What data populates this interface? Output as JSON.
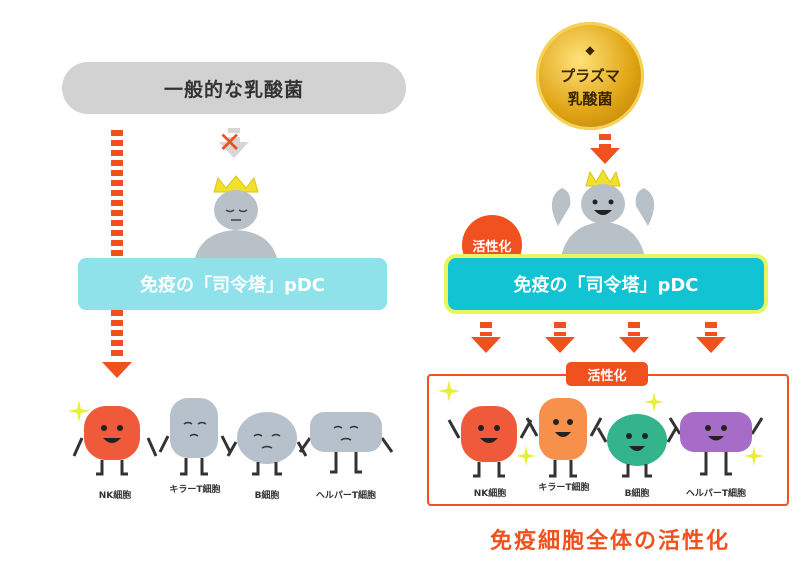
{
  "left": {
    "header": "一般的な乳酸菌",
    "bar": "免疫の「司令塔」pDC",
    "cells": [
      {
        "label": "NK細胞",
        "color": "#ee5a3a"
      },
      {
        "label": "キラーT細胞",
        "color": "#b6c1cb"
      },
      {
        "label": "B細胞",
        "color": "#b6c1cb"
      },
      {
        "label": "ヘルパーT細胞",
        "color": "#b6c1cb"
      }
    ]
  },
  "right": {
    "badge": {
      "line1": "プラズマ",
      "line2": "乳酸菌",
      "symbol": "◆"
    },
    "activated_circle": "活性化",
    "bar": "免疫の「司令塔」pDC",
    "result_tag": "活性化",
    "cells": [
      {
        "label": "NK細胞",
        "color": "#ee5a3a"
      },
      {
        "label": "キラーT細胞",
        "color": "#f6904a"
      },
      {
        "label": "B細胞",
        "color": "#33b48a"
      },
      {
        "label": "ヘルパーT細胞",
        "color": "#a66cc7"
      }
    ],
    "bottom_title": "免疫細胞全体の活性化"
  },
  "colors": {
    "accent": "#f0511f",
    "bar_left": "#8fe1ea",
    "bar_right": "#12c3d4",
    "sparkle": "#e6ef3a"
  }
}
